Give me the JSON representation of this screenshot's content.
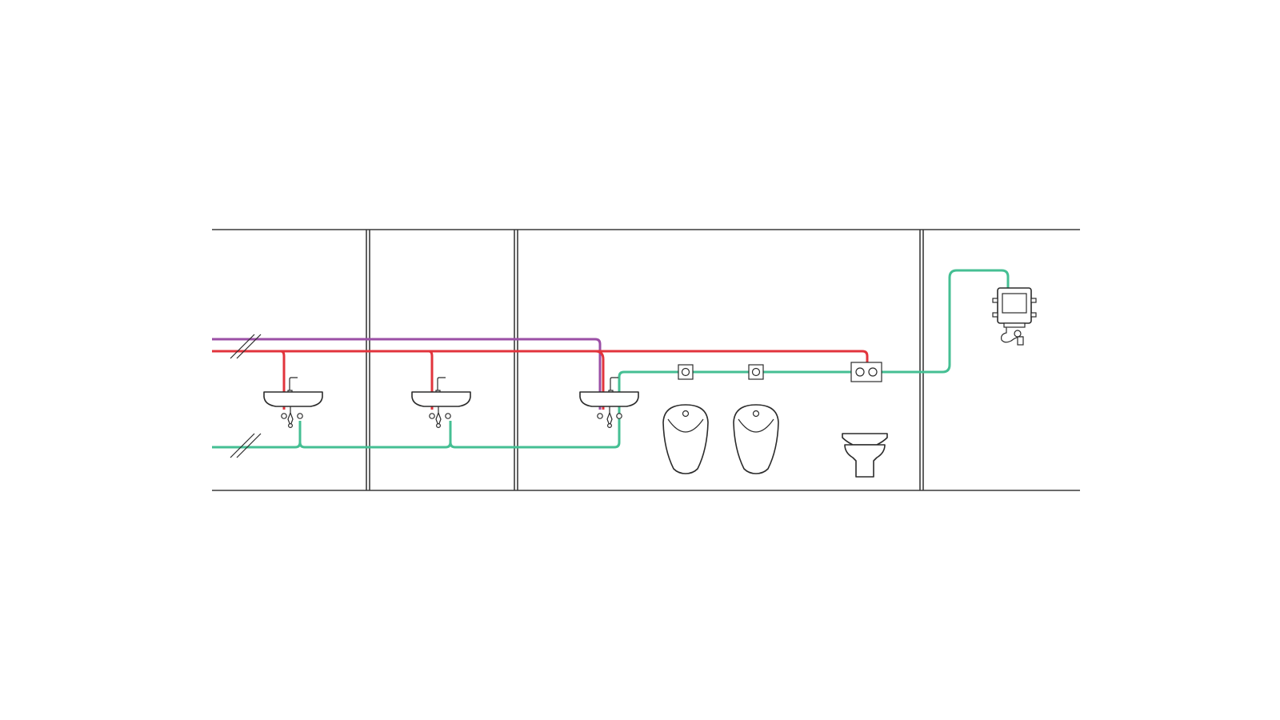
{
  "colors": {
    "background": "#ffffff",
    "walls": "#3a3a3a",
    "fixture_outline": "#2b2b2b",
    "hot_water_pipe": "#e2343c",
    "circulation_pipe": "#9b4fa6",
    "cold_water_pipe": "#45bf93"
  },
  "legend": {
    "red": "hot-water-pipe",
    "purple": "circulation-pipe",
    "green": "cold-water-pipe"
  },
  "icons": [
    "washbasin-icon",
    "faucet-icon",
    "angle-valve-icon",
    "urinal-icon",
    "urinal-flush-plate-icon",
    "wc-flush-plate-icon",
    "wall-hung-wc-icon",
    "cistern-module-icon",
    "siphon-icon",
    "pipe-break-icon"
  ],
  "fixtures": {
    "washbasins": 3,
    "urinals": 2,
    "wall_hung_wc": 1,
    "cistern_module": 1
  }
}
